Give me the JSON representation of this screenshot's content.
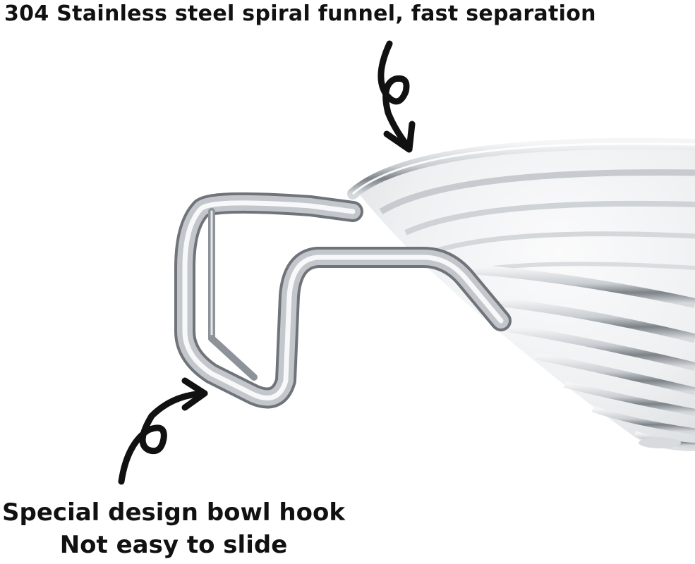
{
  "captions": {
    "top": "304 Stainless steel spiral funnel, fast separation",
    "bottom_line1": "Special design bowl hook",
    "bottom_line2": "Not easy to slide"
  },
  "colors": {
    "text": "#111111",
    "steel_light": "#f2f3f4",
    "steel_mid": "#b8bcc0",
    "steel_dark": "#6f757b",
    "arrow": "#111111"
  },
  "icons": {
    "top_arrow": "curly-arrow-down-icon",
    "bottom_arrow": "curly-arrow-up-right-icon"
  }
}
